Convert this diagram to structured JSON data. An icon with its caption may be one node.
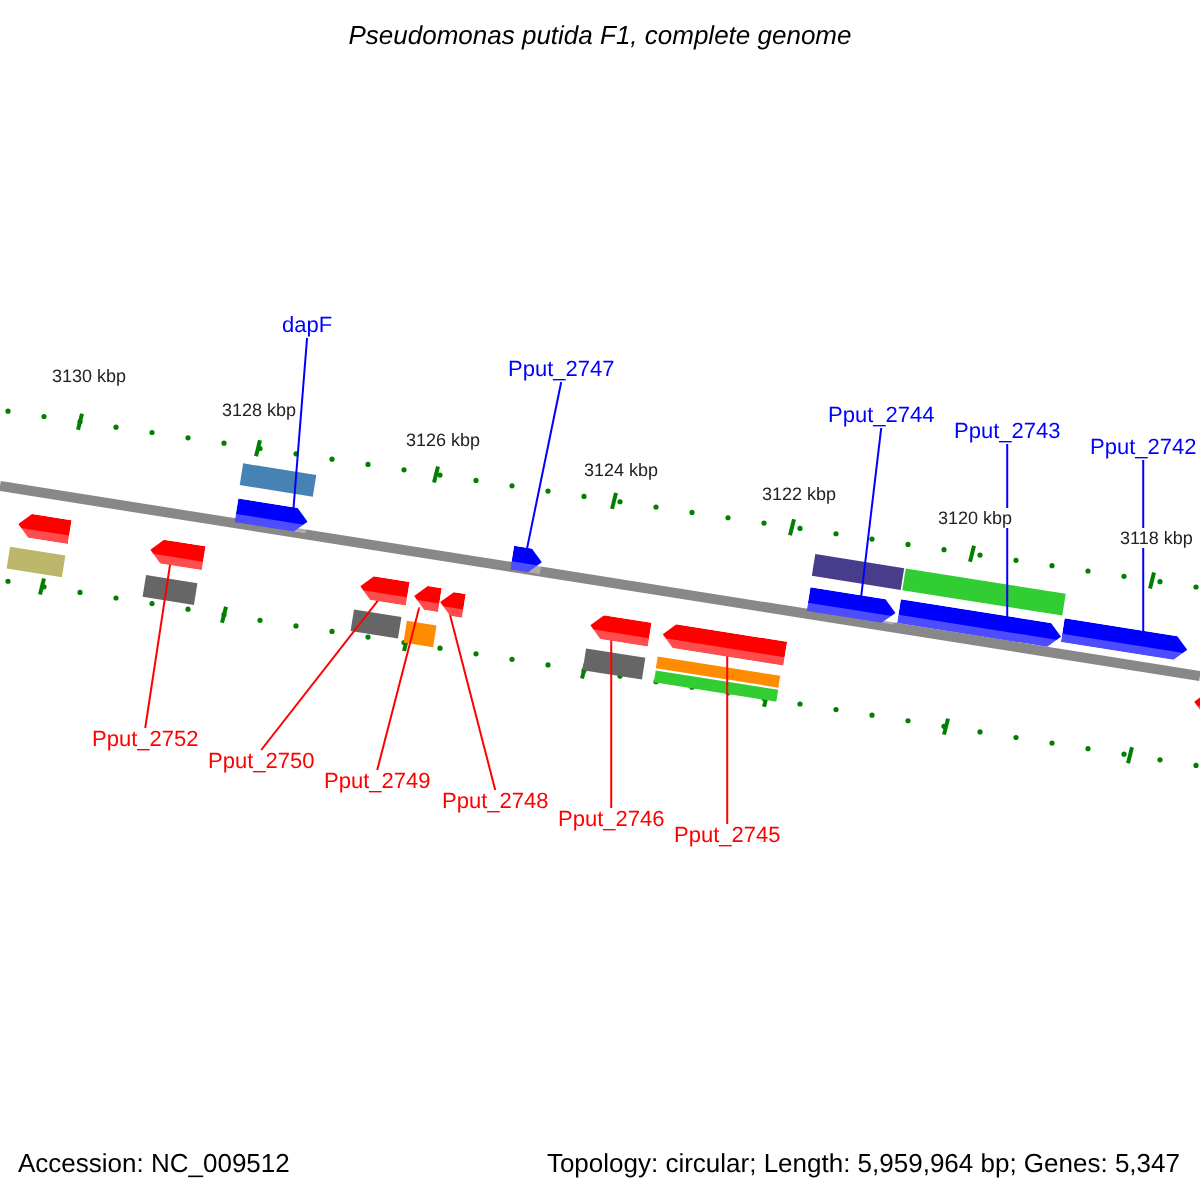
{
  "diagram": {
    "title": "Pseudomonas putida F1, complete genome",
    "nodes": [
      {
        "text": [
          "dapF"
        ]
      },
      {
        "text": [
          "Pput_2747"
        ]
      },
      {
        "text": [
          "Pput_2744"
        ]
      },
      {
        "text": [
          "Pput_2743"
        ]
      },
      {
        "text": [
          "Pput_2742"
        ]
      },
      {
        "text": [],
        "shape": "arrow"
      },
      {
        "text": [],
        "shape": "arrow"
      },
      {
        "text": [],
        "shape": "arrow"
      },
      {
        "text": [],
        "shape": "arrow"
      },
      {
        "text": [],
        "shape": "arrow"
      },
      {
        "text": [],
        "shape": "arrow"
      },
      {
        "text": [],
        "shape": "arrow"
      },
      {
        "text": [],
        "shape": "arrow"
      },
      {
        "text": [],
        "shape": "arrow"
      },
      {
        "text": [],
        "shape": "arrow"
      },
      {
        "text": [],
        "shape": "arrow"
      },
      {
        "text": [],
        "shape": "arrow"
      },
      {
        "text": [],
        "shape": "arrow"
      },
      {
        "text": [
          "Pput_2752"
        ]
      },
      {
        "text": [
          "Pput_2750"
        ]
      },
      {
        "text": [
          "Pput_2749"
        ]
      },
      {
        "text": [
          "Pput_2748"
        ]
      },
      {
        "text": [
          "Pput_2746"
        ]
      },
      {
        "text": [
          "Pput_2745"
        ]
      }
    ],
    "edges": [
      {
        "from": 0,
        "to": 6,
        "arrow": "none",
        "color": "#0000ff"
      },
      {
        "from": 1,
        "to": 11,
        "arrow": "none",
        "color": "#0000ff"
      },
      {
        "from": 2,
        "to": 14,
        "arrow": "none",
        "color": "#0000ff"
      },
      {
        "from": 3,
        "to": 15,
        "arrow": "none",
        "color": "#0000ff"
      },
      {
        "from": 4,
        "to": 16,
        "arrow": "none",
        "color": "#0000ff"
      },
      {
        "from": 18,
        "to": 7,
        "arrow": "none"
      },
      {
        "from": 19,
        "to": 8,
        "arrow": "none"
      },
      {
        "from": 20,
        "to": 9,
        "arrow": "none"
      },
      {
        "from": 21,
        "to": 10,
        "arrow": "none"
      },
      {
        "from": 22,
        "to": 12,
        "arrow": "none"
      },
      {
        "from": 23,
        "to": 13,
        "arrow": "none"
      }
    ],
    "labels": [
      "3130 kbp",
      "3128 kbp",
      "3126 kbp",
      "3124 kbp",
      "3122 kbp",
      "3120 kbp",
      "3118 kbp",
      "Accession: NC_009512",
      "Topology: circular; Length: 5,959,964 bp; Genes: 5,347"
    ]
  }
}
